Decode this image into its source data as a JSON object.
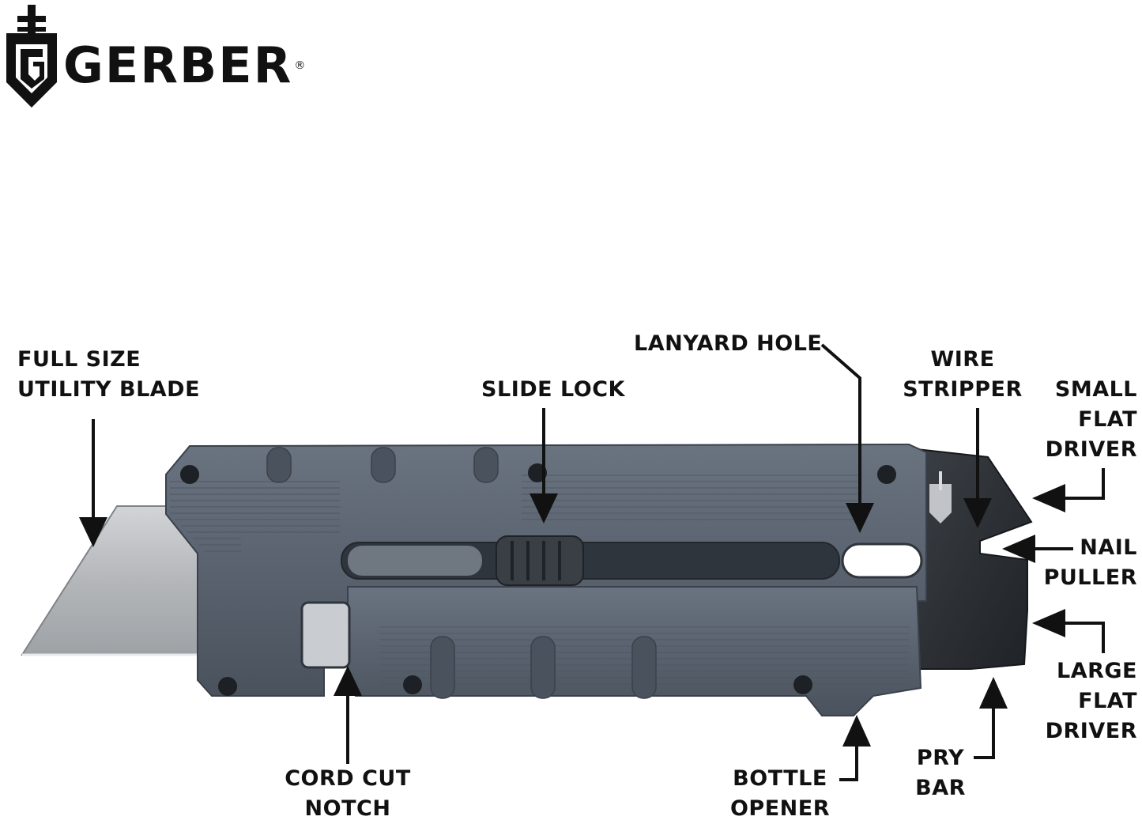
{
  "brand": {
    "name": "GERBER",
    "registered_mark": "®"
  },
  "colors": {
    "handle": "#5b6471",
    "handle_dark": "#434b56",
    "blade": "#b9bcbf",
    "steel_dark": "#2d3136",
    "text": "#111111"
  },
  "icons": {
    "logo": "gerber-shield-sword-icon",
    "arrows": "arrow-icon"
  },
  "callouts": {
    "full_size_utility_blade": [
      "FULL SIZE",
      "UTILITY BLADE"
    ],
    "slide_lock": [
      "SLIDE LOCK"
    ],
    "lanyard_hole": [
      "LANYARD HOLE"
    ],
    "wire_stripper": [
      "WIRE",
      "STRIPPER"
    ],
    "small_flat_driver": [
      "SMALL",
      "FLAT",
      "DRIVER"
    ],
    "nail_puller": [
      "NAIL",
      "PULLER"
    ],
    "large_flat_driver": [
      "LARGE",
      "FLAT",
      "DRIVER"
    ],
    "pry_bar": [
      "PRY",
      "BAR"
    ],
    "bottle_opener": [
      "BOTTLE",
      "OPENER"
    ],
    "cord_cut_notch": [
      "CORD CUT",
      "NOTCH"
    ]
  }
}
